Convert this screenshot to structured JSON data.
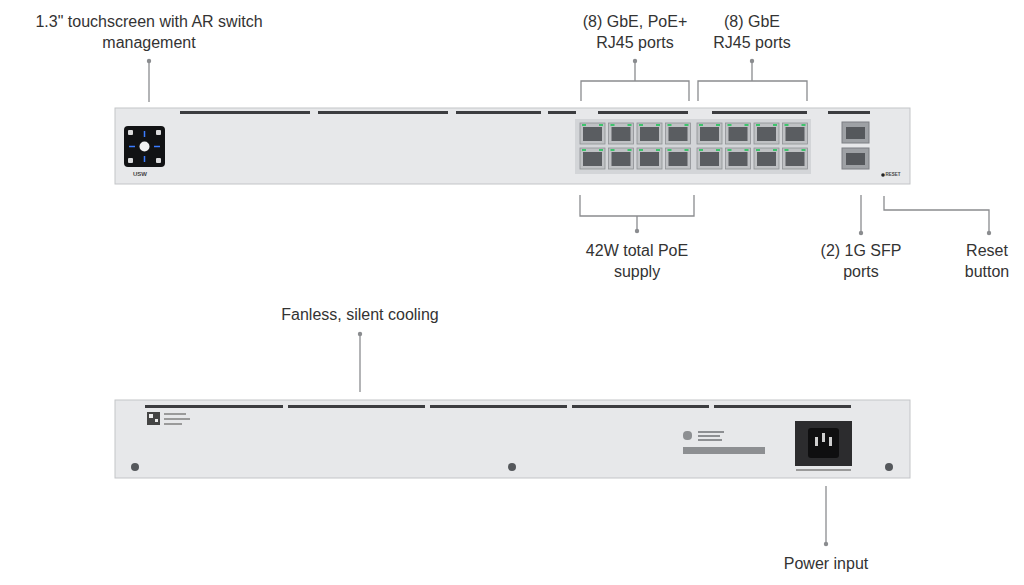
{
  "diagram": {
    "labels": [
      "1.3\" touchscreen with AR switch management",
      "(8) GbE, PoE+ RJ45 ports",
      "(8) GbE RJ45 ports",
      "42W total PoE supply",
      "(2) 1G SFP ports",
      "Reset button",
      "Fanless, silent cooling",
      "Power input",
      "USW",
      "RESET"
    ]
  }
}
